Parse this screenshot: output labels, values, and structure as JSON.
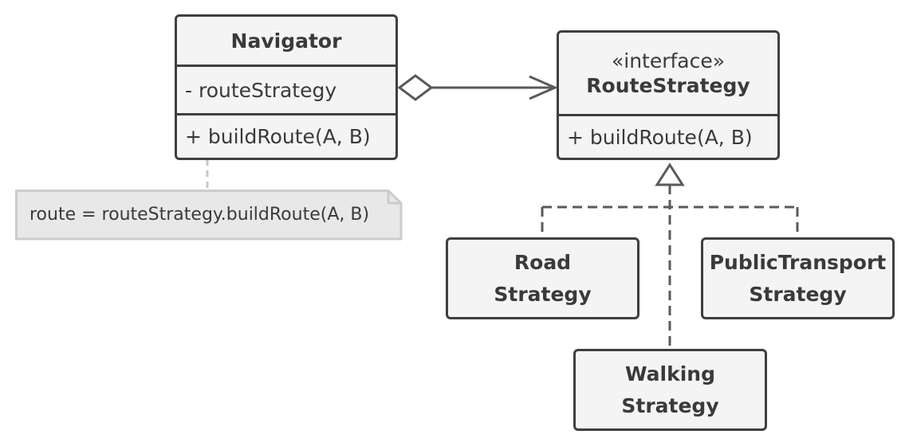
{
  "navigator": {
    "name": "Navigator",
    "field": "- routeStrategy",
    "method": "+ buildRoute(A, B)"
  },
  "route_strategy": {
    "stereotype": "«interface»",
    "name": "RouteStrategy",
    "method": "+ buildRoute(A, B)"
  },
  "note": {
    "text": "route = routeStrategy.buildRoute(A, B)"
  },
  "implementations": [
    {
      "line1": "Road",
      "line2": "Strategy"
    },
    {
      "line1": "PublicTransport",
      "line2": "Strategy"
    },
    {
      "line1": "Walking",
      "line2": "Strategy"
    }
  ],
  "colors": {
    "box_fill": "#f4f4f4",
    "stroke": "#3f3f3f",
    "note_fill": "#e8e8e8",
    "note_stroke": "#cccccc",
    "dashed_connector": "#c8c8c8",
    "text": "#3a3a3a"
  }
}
